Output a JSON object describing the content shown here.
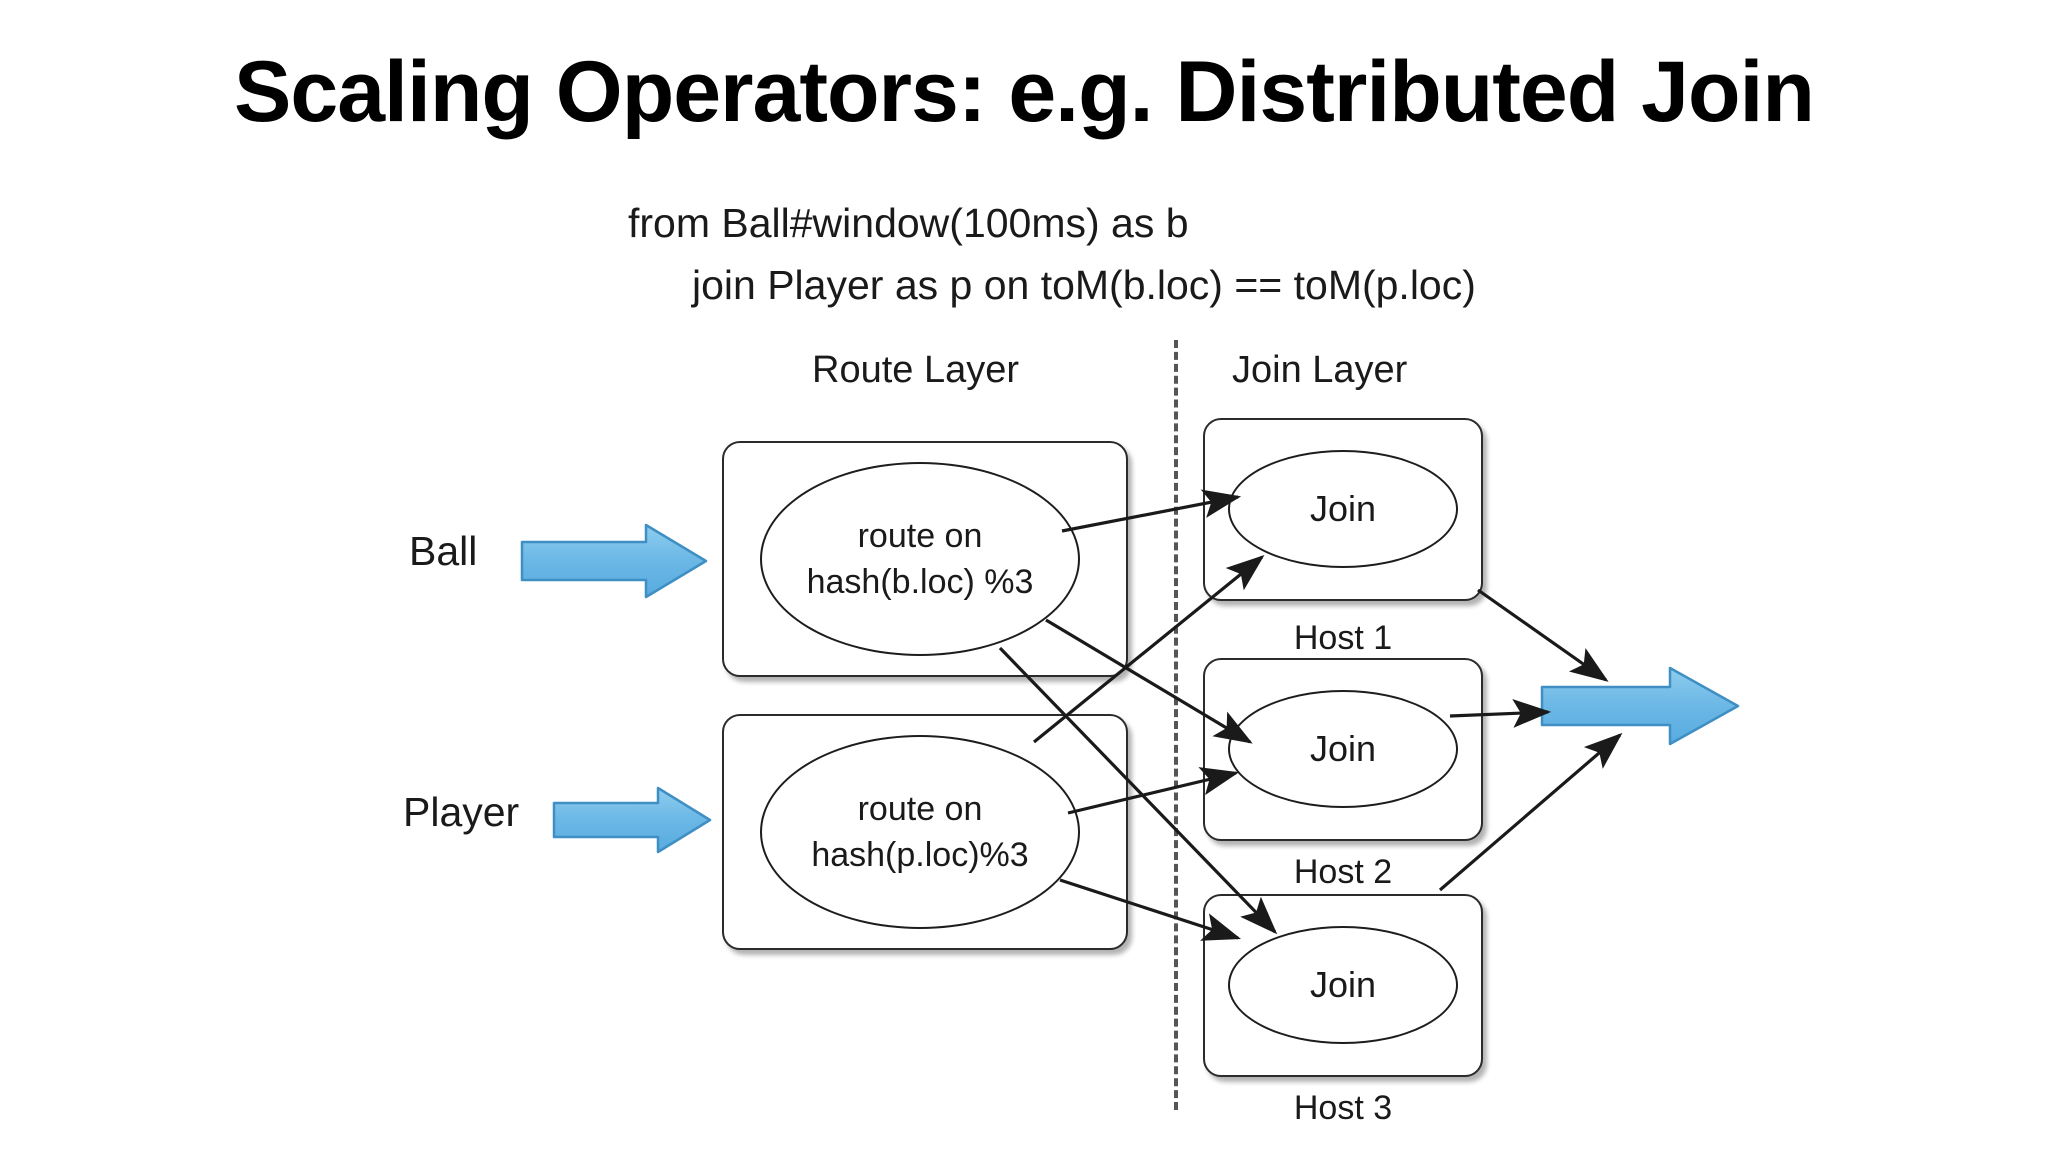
{
  "slide": {
    "title": "Scaling Operators: e.g. Distributed Join",
    "background_color": "#ffffff",
    "text_color": "#1a1a1a",
    "accent_color": "#6cb8e6",
    "accent_border_color": "#3f8fc4"
  },
  "query": {
    "line_1": "from Ball#window(100ms) as b",
    "line_2": "join Player as p on toM(b.loc) == toM(p.loc)"
  },
  "layers": {
    "route_label": "Route Layer",
    "join_label": "Join Layer"
  },
  "sources": [
    {
      "label": "Ball",
      "arrow_name": "ball-input-arrow"
    },
    {
      "label": "Player",
      "arrow_name": "player-input-arrow"
    }
  ],
  "route_nodes": [
    {
      "id": "ball",
      "line_1": "route on",
      "line_2": "hash(b.loc) %3"
    },
    {
      "id": "player",
      "line_1": "route on",
      "line_2": "hash(p.loc)%3"
    }
  ],
  "join_nodes": [
    {
      "label": "Join",
      "host": "Host 1"
    },
    {
      "label": "Join",
      "host": "Host 2"
    },
    {
      "label": "Join",
      "host": "Host 3"
    }
  ],
  "output": {
    "arrow_name": "result-output-arrow"
  },
  "diagram_data": {
    "type": "diagram",
    "description": "Distributed join dataflow: two route operators hash-partition Ball and Player streams across three join hosts.",
    "edges": [
      {
        "from": "route-ball",
        "to": "join-host-1",
        "arrowhead": true
      },
      {
        "from": "route-ball",
        "to": "join-host-2",
        "arrowhead": true
      },
      {
        "from": "route-ball",
        "to": "join-host-3",
        "arrowhead": true
      },
      {
        "from": "route-player",
        "to": "join-host-1",
        "arrowhead": true
      },
      {
        "from": "route-player",
        "to": "join-host-2",
        "arrowhead": true
      },
      {
        "from": "route-player",
        "to": "join-host-3",
        "arrowhead": true
      },
      {
        "from": "join-host-1",
        "to": "output",
        "arrowhead": true
      },
      {
        "from": "join-host-2",
        "to": "output",
        "arrowhead": true
      },
      {
        "from": "join-host-3",
        "to": "output",
        "arrowhead": true
      }
    ],
    "divider": {
      "style": "dashed",
      "orientation": "vertical"
    }
  }
}
